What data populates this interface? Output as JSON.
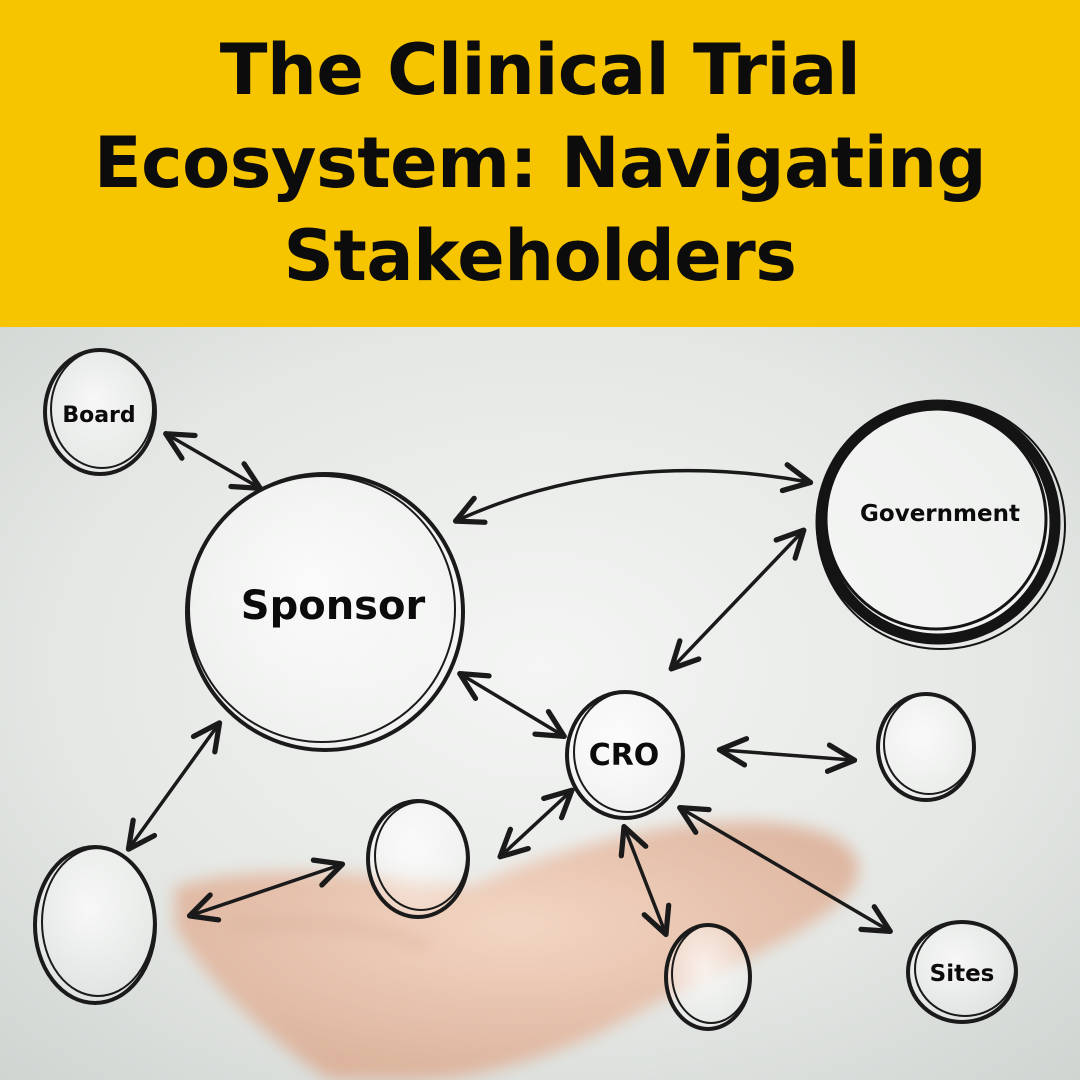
{
  "title": "The Clinical Trial Ecosystem: Navigating Stakeholders",
  "colors": {
    "banner": "#f7c400",
    "ink": "#1a1a1a",
    "background": "#e9ebe9"
  },
  "diagram": {
    "nodes": [
      {
        "id": "board",
        "label": "Board"
      },
      {
        "id": "sponsor",
        "label": "Sponsor"
      },
      {
        "id": "government",
        "label": "Government"
      },
      {
        "id": "cro",
        "label": "CRO"
      },
      {
        "id": "sites",
        "label": "Sites"
      },
      {
        "id": "unlabeled-right",
        "label": ""
      },
      {
        "id": "unlabeled-left-bottom",
        "label": ""
      },
      {
        "id": "unlabeled-middle",
        "label": ""
      },
      {
        "id": "unlabeled-bottom",
        "label": ""
      }
    ],
    "connections": [
      {
        "from": "board",
        "to": "sponsor",
        "direction": "both"
      },
      {
        "from": "sponsor",
        "to": "government",
        "direction": "both"
      },
      {
        "from": "government",
        "to": "cro",
        "direction": "both"
      },
      {
        "from": "sponsor",
        "to": "cro",
        "direction": "both"
      },
      {
        "from": "cro",
        "to": "unlabeled-right",
        "direction": "both"
      },
      {
        "from": "sponsor",
        "to": "unlabeled-left-bottom",
        "direction": "both"
      },
      {
        "from": "unlabeled-left-bottom",
        "to": "unlabeled-middle",
        "direction": "both"
      },
      {
        "from": "unlabeled-middle",
        "to": "cro",
        "direction": "both"
      },
      {
        "from": "cro",
        "to": "unlabeled-bottom",
        "direction": "both"
      },
      {
        "from": "cro",
        "to": "sites",
        "direction": "both"
      }
    ]
  }
}
